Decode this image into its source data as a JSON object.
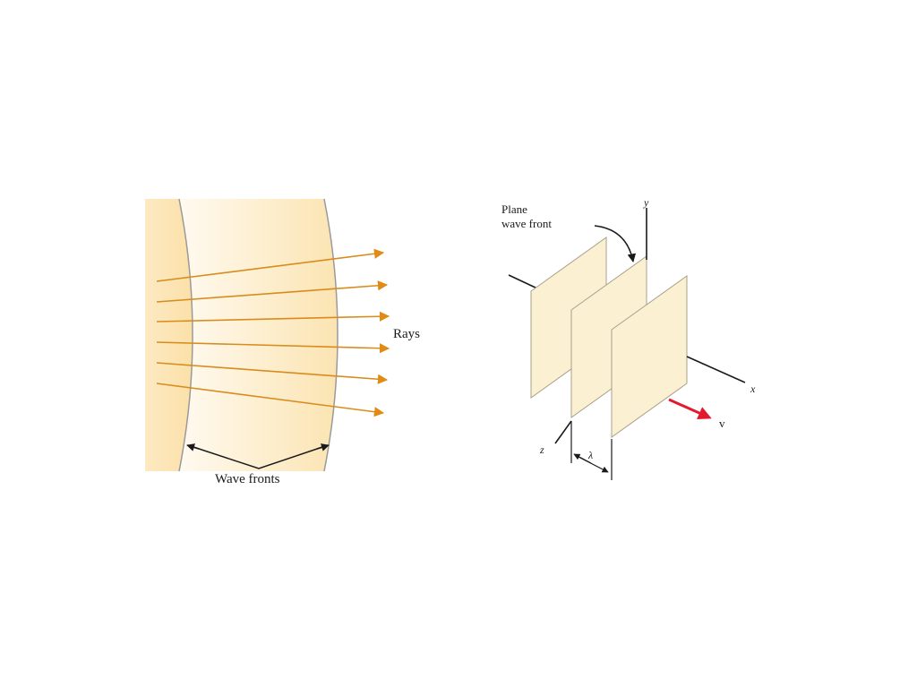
{
  "left_figure": {
    "rays_label": "Rays",
    "wave_fronts_label": "Wave fronts",
    "ray_color": "#d98c1c",
    "front_fill": "#fbe8c1"
  },
  "right_figure": {
    "plane_label_line1": "Plane",
    "plane_label_line2": "wave front",
    "axis_y": "y",
    "axis_x": "x",
    "axis_z": "z",
    "lambda": "λ",
    "velocity": "v",
    "plane_fill": "#fbf0d2",
    "velocity_color": "#e3192f"
  }
}
